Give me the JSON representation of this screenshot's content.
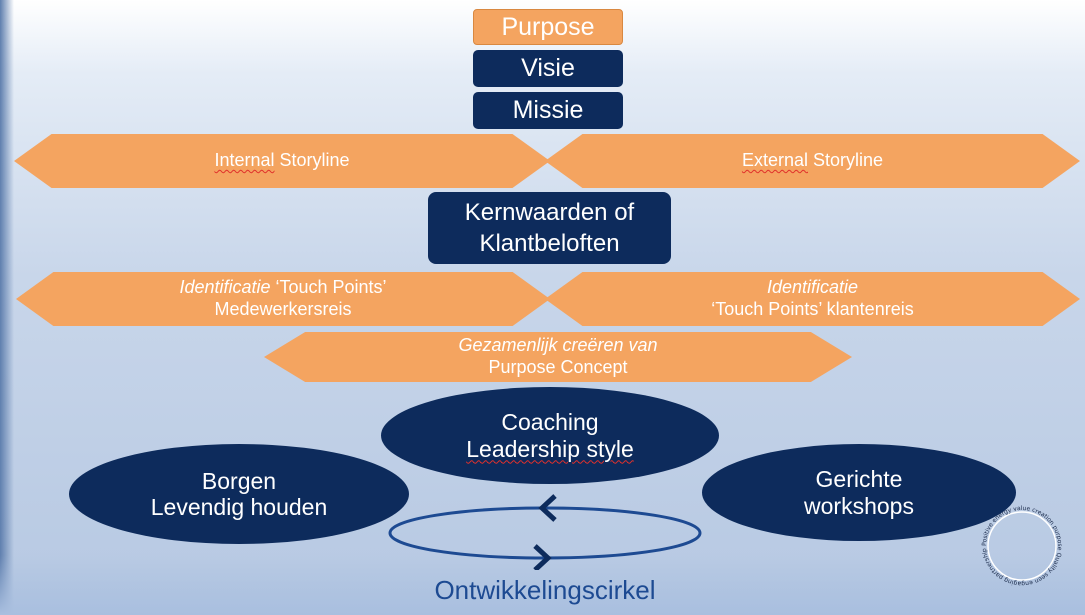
{
  "top": {
    "purpose": "Purpose",
    "visie": "Visie",
    "missie": "Missie"
  },
  "storylines": {
    "internal_prefix": "Internal",
    "internal_suffix": " Storyline",
    "external_prefix": "External",
    "external_suffix": " Storyline"
  },
  "kernwaarden": {
    "line1": "Kernwaarden of",
    "line2": "Klantbeloften"
  },
  "touchpoints": {
    "left_italic": "Identificatie",
    "left_rest": " ‘Touch Points’",
    "left_line2": "Medewerkersreis",
    "right_italic": "Identificatie",
    "right_line2": "‘Touch Points’ klantenreis"
  },
  "concept": {
    "line1": "Gezamenlijk creëren van",
    "line2": "Purpose Concept"
  },
  "ellipses": {
    "coaching_line1": "Coaching",
    "coaching_line2": "Leadership style",
    "borgen_line1": "Borgen",
    "borgen_line2": "Levendig houden",
    "gerichte_line1": "Gerichte",
    "gerichte_line2": "workshops"
  },
  "cycle": {
    "label": "Ontwikkelingscirkel",
    "arrow_top": "left",
    "arrow_bottom": "right"
  },
  "logo": {
    "text": "Positive energy value creation purpose Quality seen engaging partnership"
  },
  "colors": {
    "navy": "#0d2b5c",
    "orange": "#f4a460",
    "cycle_text": "#1d4a92"
  },
  "icons": {
    "arrow_top": "chevron-left-icon",
    "arrow_bottom": "chevron-right-icon",
    "logo": "word-circle-logo"
  }
}
